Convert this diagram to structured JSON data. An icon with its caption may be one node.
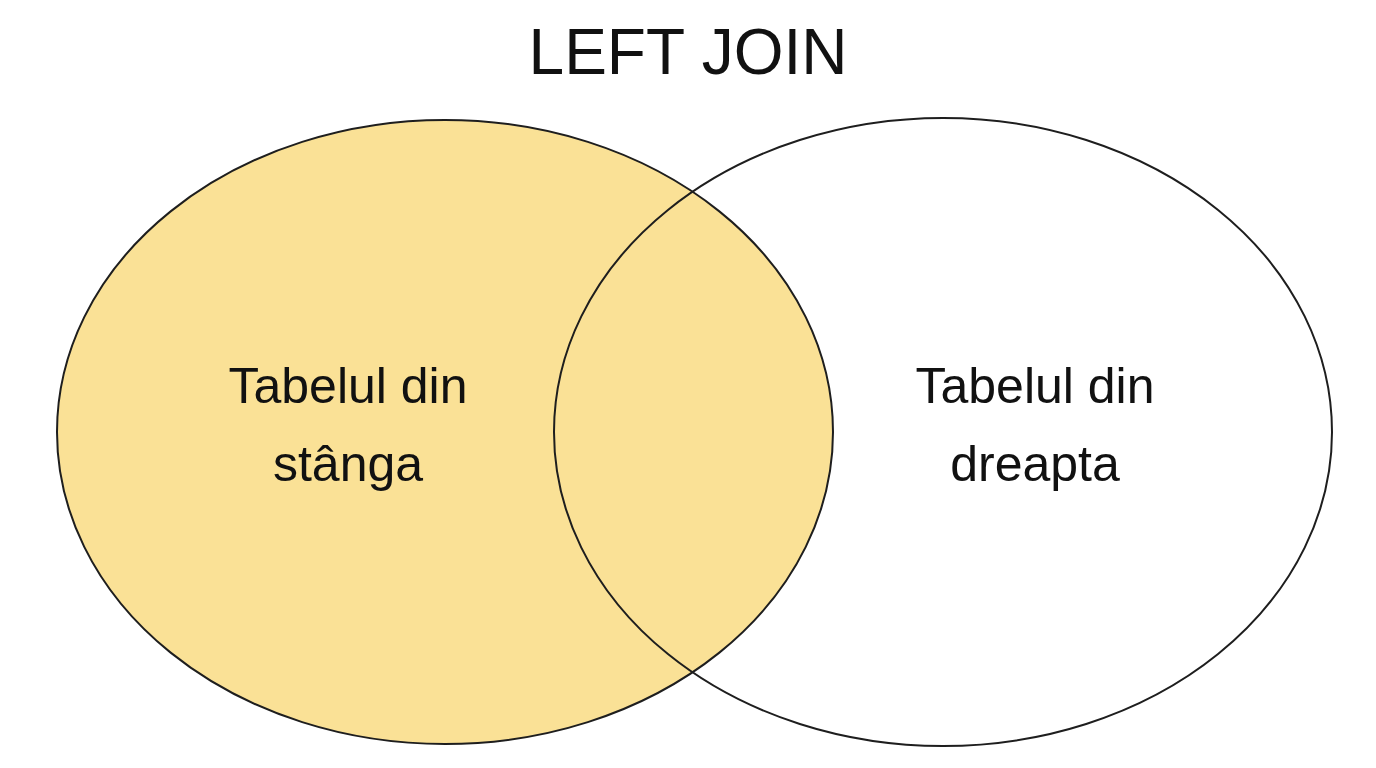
{
  "diagram": {
    "title": "LEFT JOIN",
    "nodes": [
      {
        "text": [
          "Tabelul din stânga"
        ]
      },
      {
        "text": [
          "Tabelul din dreapta"
        ]
      }
    ]
  }
}
